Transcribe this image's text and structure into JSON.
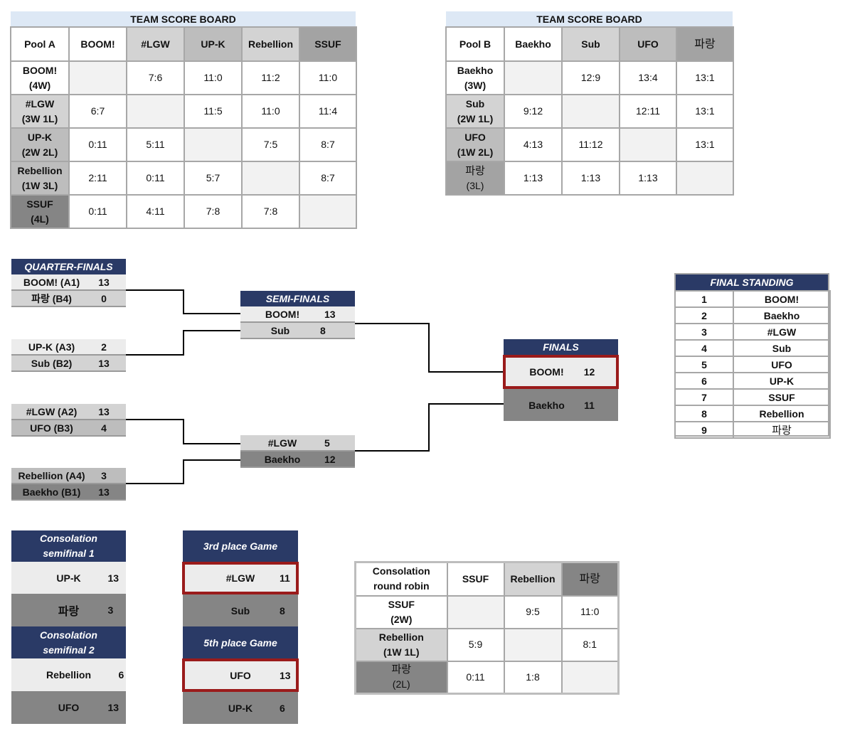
{
  "pool_a": {
    "caption": "TEAM SCORE BOARD",
    "corner": "Pool A",
    "columns": [
      "BOOM!",
      "#LGW",
      "UP-K",
      "Rebellion",
      "SSUF"
    ],
    "rows": [
      {
        "team": "BOOM!",
        "record": "(4W)",
        "cells": [
          "",
          "7:6",
          "11:0",
          "11:2",
          "11:0"
        ]
      },
      {
        "team": "#LGW",
        "record": "(3W 1L)",
        "cells": [
          "6:7",
          "",
          "11:5",
          "11:0",
          "11:4"
        ]
      },
      {
        "team": "UP-K",
        "record": "(2W 2L)",
        "cells": [
          "0:11",
          "5:11",
          "",
          "7:5",
          "8:7"
        ]
      },
      {
        "team": "Rebellion",
        "record": "(1W 3L)",
        "cells": [
          "2:11",
          "0:11",
          "5:7",
          "",
          "8:7"
        ]
      },
      {
        "team": "SSUF",
        "record": "(4L)",
        "cells": [
          "0:11",
          "4:11",
          "7:8",
          "7:8",
          ""
        ]
      }
    ]
  },
  "pool_b": {
    "caption": "TEAM SCORE BOARD",
    "corner": "Pool B",
    "columns": [
      "Baekho",
      "Sub",
      "UFO",
      "파랑"
    ],
    "rows": [
      {
        "team": "Baekho",
        "record": "(3W)",
        "cells": [
          "",
          "12:9",
          "13:4",
          "13:1"
        ]
      },
      {
        "team": "Sub",
        "record": "(2W 1L)",
        "cells": [
          "9:12",
          "",
          "12:11",
          "13:1"
        ]
      },
      {
        "team": "UFO",
        "record": "(1W 2L)",
        "cells": [
          "4:13",
          "11:12",
          "",
          "13:1"
        ]
      },
      {
        "team": "파랑",
        "record": "(3L)",
        "cells": [
          "1:13",
          "1:13",
          "1:13",
          ""
        ]
      }
    ]
  },
  "quarter_finals": {
    "title": "QUARTER-FINALS",
    "matches": [
      [
        {
          "name": "BOOM! (A1)",
          "score": "13"
        },
        {
          "name": "파랑 (B4)",
          "score": "0"
        }
      ],
      [
        {
          "name": "UP-K (A3)",
          "score": "2"
        },
        {
          "name": "Sub (B2)",
          "score": "13"
        }
      ],
      [
        {
          "name": "#LGW (A2)",
          "score": "13"
        },
        {
          "name": "UFO (B3)",
          "score": "4"
        }
      ],
      [
        {
          "name": "Rebellion (A4)",
          "score": "3"
        },
        {
          "name": "Baekho (B1)",
          "score": "13"
        }
      ]
    ]
  },
  "semi_finals": {
    "title": "SEMI-FINALS",
    "matches": [
      [
        {
          "name": "BOOM!",
          "score": "13"
        },
        {
          "name": "Sub",
          "score": "8"
        }
      ],
      [
        {
          "name": "#LGW",
          "score": "5"
        },
        {
          "name": "Baekho",
          "score": "12"
        }
      ]
    ]
  },
  "finals": {
    "title": "FINALS",
    "top": {
      "name": "BOOM!",
      "score": "12"
    },
    "bottom": {
      "name": "Baekho",
      "score": "11"
    }
  },
  "final_standing": {
    "title": "FINAL STANDING",
    "rows": [
      {
        "rank": "1",
        "team": "BOOM!"
      },
      {
        "rank": "2",
        "team": "Baekho"
      },
      {
        "rank": "3",
        "team": "#LGW"
      },
      {
        "rank": "4",
        "team": "Sub"
      },
      {
        "rank": "5",
        "team": "UFO"
      },
      {
        "rank": "6",
        "team": "UP-K"
      },
      {
        "rank": "7",
        "team": "SSUF"
      },
      {
        "rank": "8",
        "team": "Rebellion"
      },
      {
        "rank": "9",
        "team": "파랑"
      }
    ]
  },
  "consolation_sf1": {
    "title_line1": "Consolation",
    "title_line2": "semifinal 1",
    "top": {
      "name": "UP-K",
      "score": "13"
    },
    "bottom": {
      "name": "파랑",
      "score": "3"
    }
  },
  "consolation_sf2": {
    "title_line1": "Consolation",
    "title_line2": "semifinal 2",
    "top": {
      "name": "Rebellion",
      "score": "6"
    },
    "bottom": {
      "name": "UFO",
      "score": "13"
    }
  },
  "third_place": {
    "title": "3rd place Game",
    "top": {
      "name": "#LGW",
      "score": "11"
    },
    "bottom": {
      "name": "Sub",
      "score": "8"
    }
  },
  "fifth_place": {
    "title": "5th place Game",
    "top": {
      "name": "UFO",
      "score": "13"
    },
    "bottom": {
      "name": "UP-K",
      "score": "6"
    }
  },
  "consolation_rr": {
    "corner_line1": "Consolation",
    "corner_line2": "round robin",
    "columns": [
      "SSUF",
      "Rebellion",
      "파랑"
    ],
    "rows": [
      {
        "team": "SSUF",
        "record": "(2W)",
        "cells": [
          "",
          "9:5",
          "11:0"
        ]
      },
      {
        "team": "Rebellion",
        "record": "(1W 1L)",
        "cells": [
          "5:9",
          "",
          "8:1"
        ]
      },
      {
        "team": "파랑",
        "record": "(2L)",
        "cells": [
          "0:11",
          "1:8",
          ""
        ]
      }
    ]
  },
  "colors": {
    "navy": "#2a3a66",
    "caption_blue": "#dde8f5",
    "winner_frame": "#9a1b1b"
  }
}
